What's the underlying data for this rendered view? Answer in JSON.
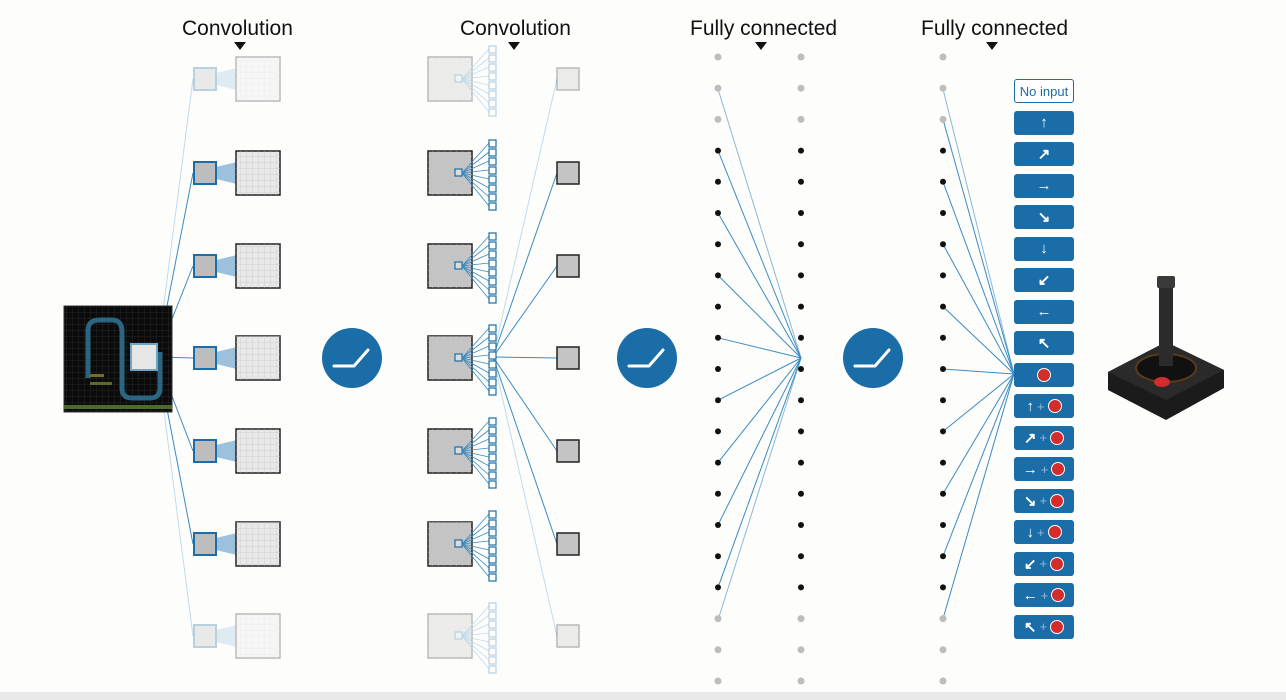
{
  "headers": [
    {
      "label": "Convolution"
    },
    {
      "label": "Convolution"
    },
    {
      "label": "Fully connected"
    },
    {
      "label": "Fully connected"
    }
  ],
  "actions": [
    {
      "type": "text",
      "label": "No input"
    },
    {
      "arrow": "↑",
      "fire": false
    },
    {
      "arrow": "↗",
      "fire": false
    },
    {
      "arrow": "→",
      "fire": false
    },
    {
      "arrow": "↘",
      "fire": false
    },
    {
      "arrow": "↓",
      "fire": false
    },
    {
      "arrow": "↙",
      "fire": false
    },
    {
      "arrow": "←",
      "fire": false
    },
    {
      "arrow": "↖",
      "fire": false
    },
    {
      "arrow": "",
      "fire": true
    },
    {
      "arrow": "↑",
      "fire": true
    },
    {
      "arrow": "↗",
      "fire": true
    },
    {
      "arrow": "→",
      "fire": true
    },
    {
      "arrow": "↘",
      "fire": true
    },
    {
      "arrow": "↓",
      "fire": true
    },
    {
      "arrow": "↙",
      "fire": true
    },
    {
      "arrow": "←",
      "fire": true
    },
    {
      "arrow": "↖",
      "fire": true
    }
  ],
  "plus_sign": "+",
  "colors": {
    "accent": "#1a6da6",
    "line": "#3a8bc0",
    "fire": "#d42b2b",
    "node": "#111111",
    "faded_node": "#bdbdbd"
  },
  "icons": {
    "activation": "relu-curve-icon",
    "controller": "joystick-icon",
    "input": "game-screen-thumbnail"
  }
}
